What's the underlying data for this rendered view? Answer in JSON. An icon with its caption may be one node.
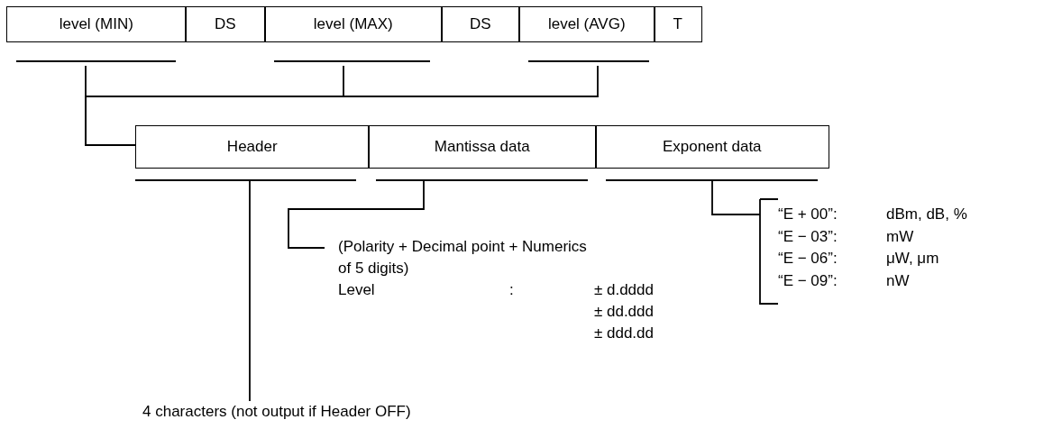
{
  "diagram": {
    "nodes": [
      {
        "text": [
          "level (MIN)"
        ]
      },
      {
        "text": [
          "DS"
        ]
      },
      {
        "text": [
          "level (MAX)"
        ]
      },
      {
        "text": [
          "DS"
        ]
      },
      {
        "text": [
          "level (AVG)"
        ]
      },
      {
        "text": [
          "T"
        ]
      },
      {
        "text": [
          "Header"
        ]
      },
      {
        "text": [
          "Mantissa data"
        ]
      },
      {
        "text": [
          "Exponent data"
        ]
      },
      {
        "text": [
          "4 characters (not output if Header OFF)"
        ]
      },
      {
        "text": [
          "(Polarity + Decimal point + Numerics of 5 digits)",
          "Level",
          ":",
          "± d.dddd",
          "± dd.ddd",
          "± ddd.dd"
        ]
      },
      {
        "text": [
          "“E + 00”:",
          "dBm, dB, %",
          "“E − 03”:",
          "mW",
          "“E − 06”:",
          "μW, μm",
          "“E − 09”:",
          "nW"
        ]
      }
    ],
    "edges": [
      {
        "from": 0,
        "to": 6,
        "arrow": "none"
      },
      {
        "from": 2,
        "to": 6,
        "arrow": "none"
      },
      {
        "from": 4,
        "to": 6,
        "arrow": "none"
      },
      {
        "from": 6,
        "to": 9,
        "arrow": "none"
      },
      {
        "from": 7,
        "to": 10,
        "arrow": "none"
      },
      {
        "from": 8,
        "to": 11,
        "arrow": "none"
      }
    ]
  }
}
